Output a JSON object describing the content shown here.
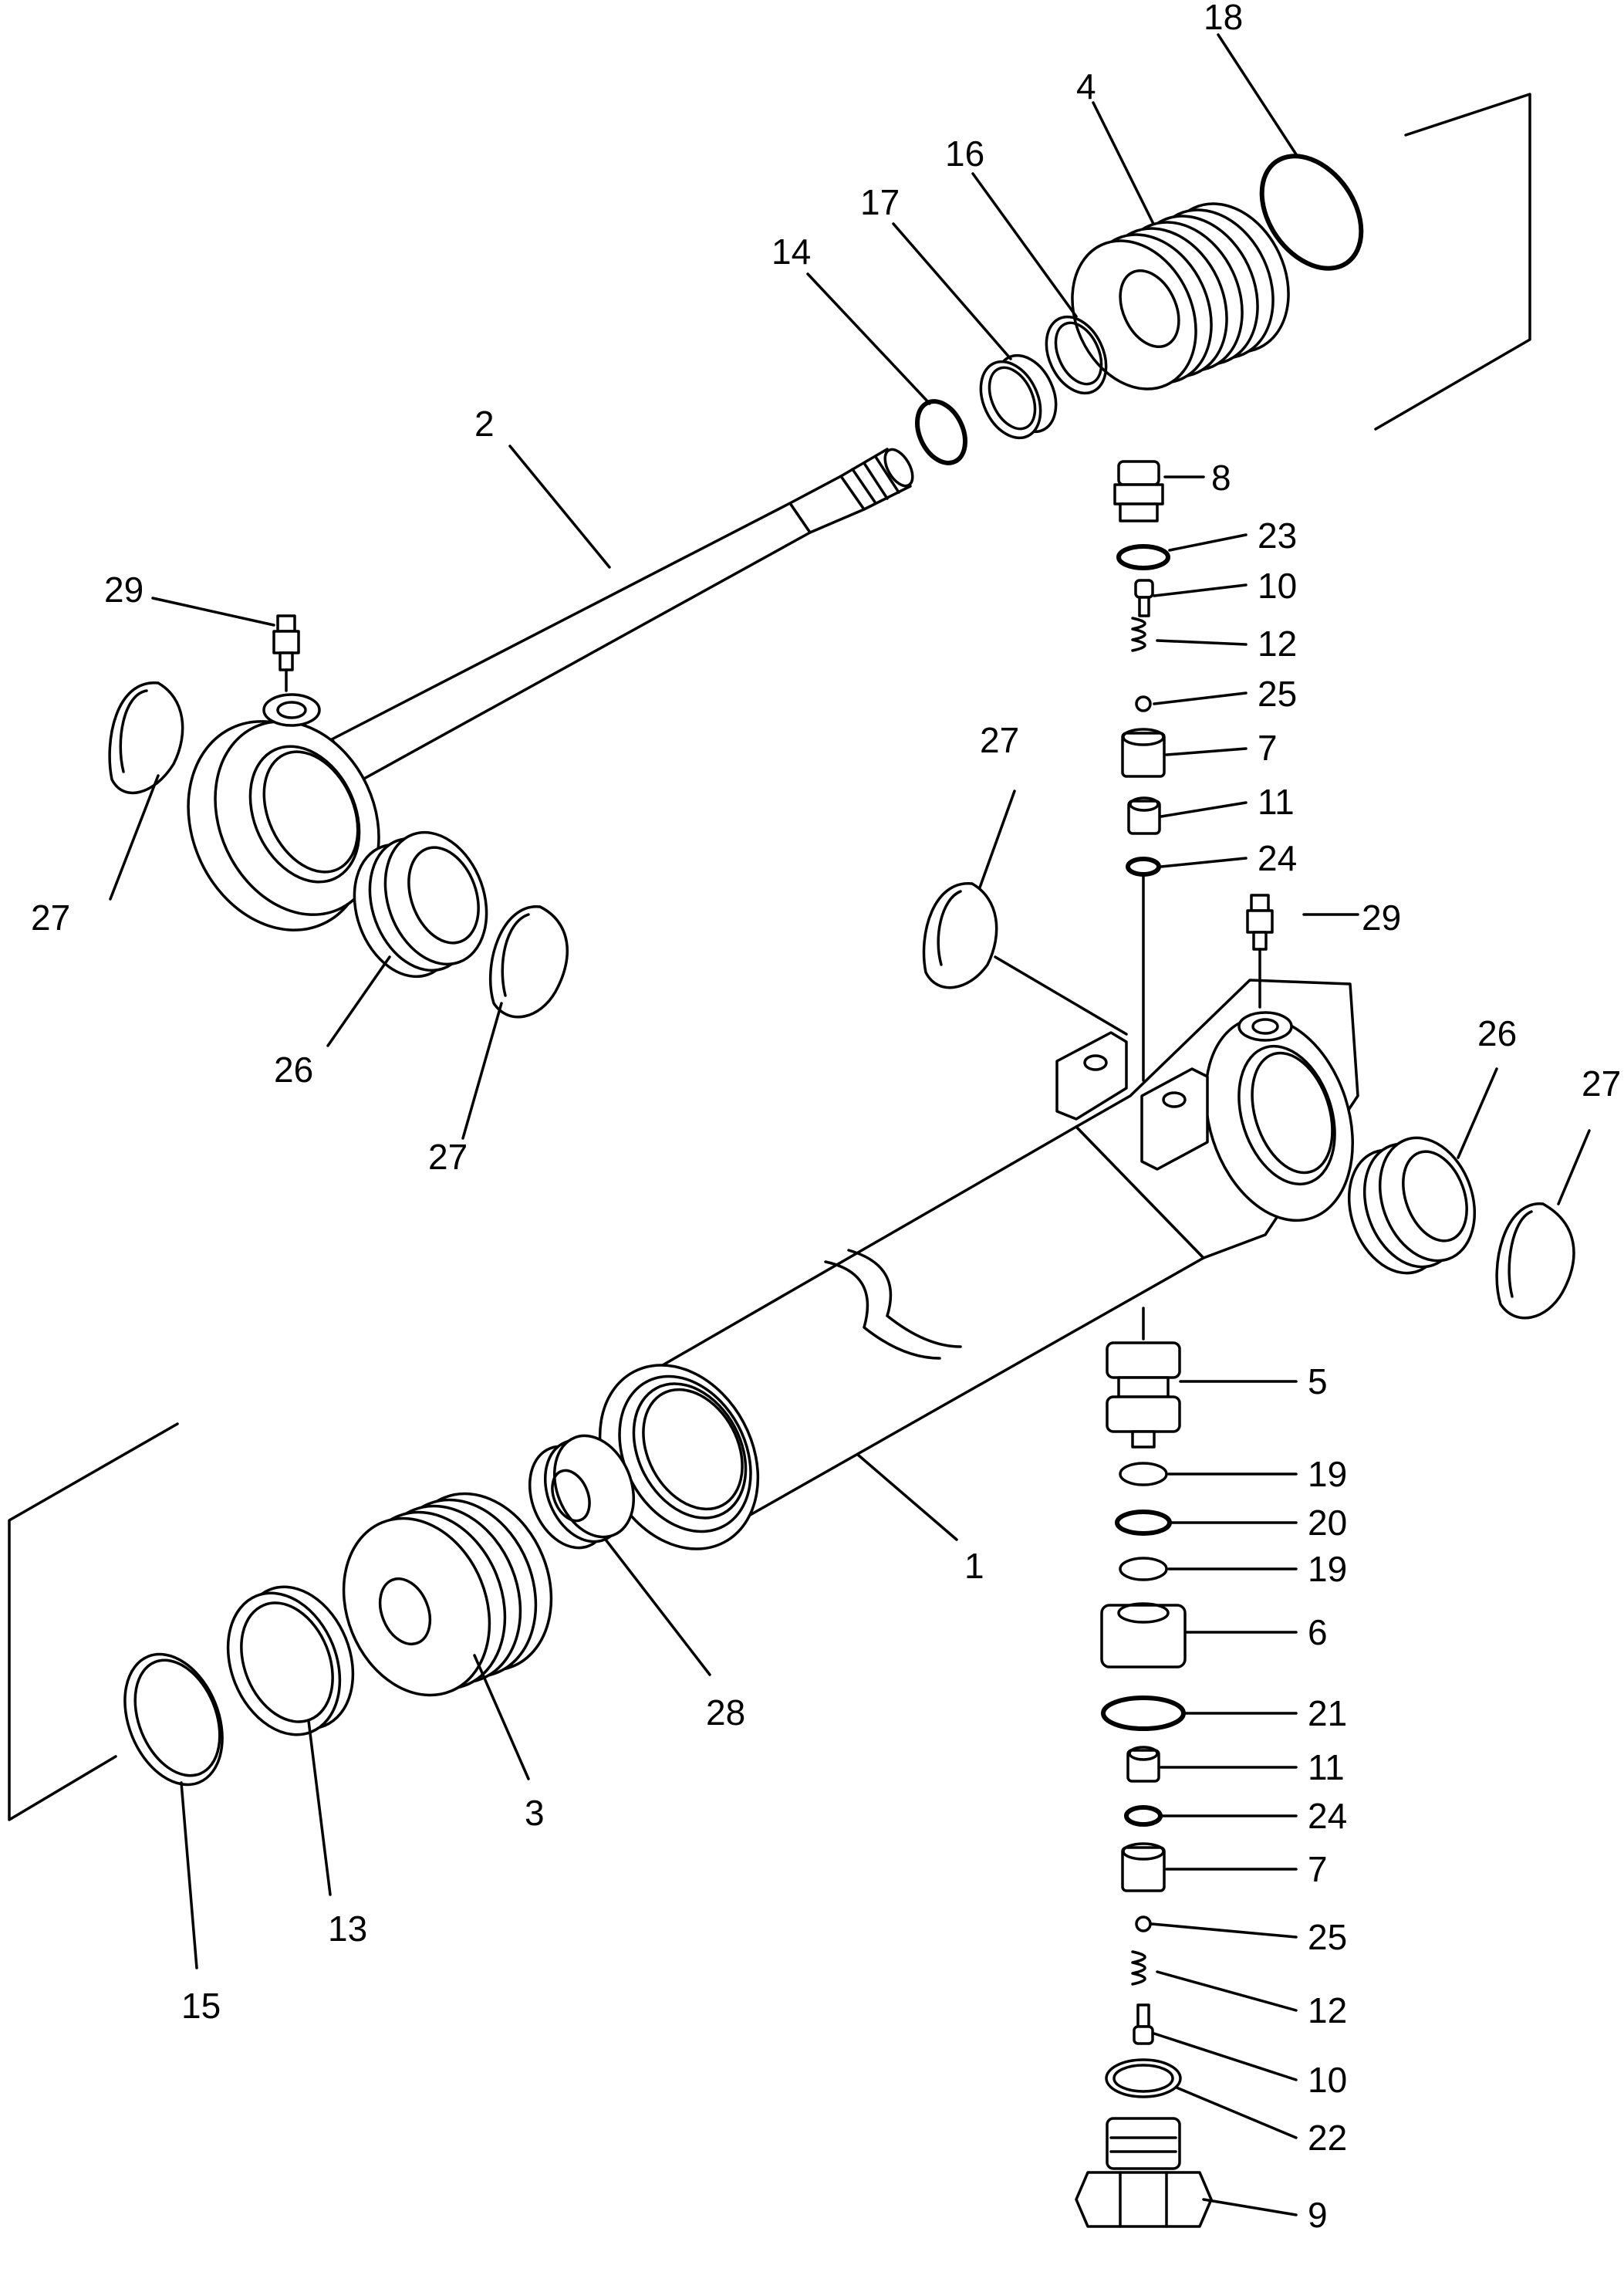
{
  "callouts": {
    "c1": "1",
    "c2": "2",
    "c3": "3",
    "c4": "4",
    "c5": "5",
    "c6": "6",
    "c7a": "7",
    "c7b": "7",
    "c8": "8",
    "c9": "9",
    "c10a": "10",
    "c10b": "10",
    "c11a": "11",
    "c11b": "11",
    "c12a": "12",
    "c12b": "12",
    "c13": "13",
    "c14": "14",
    "c15": "15",
    "c16": "16",
    "c17": "17",
    "c18": "18",
    "c19a": "19",
    "c19b": "19",
    "c20": "20",
    "c21": "21",
    "c22": "22",
    "c23": "23",
    "c24a": "24",
    "c24b": "24",
    "c25a": "25",
    "c25b": "25",
    "c26a": "26",
    "c26b": "26",
    "c27a": "27",
    "c27b": "27",
    "c27c": "27",
    "c27d": "27",
    "c28": "28",
    "c29a": "29",
    "c29b": "29"
  },
  "line_color": "#000000",
  "background": "#ffffff"
}
